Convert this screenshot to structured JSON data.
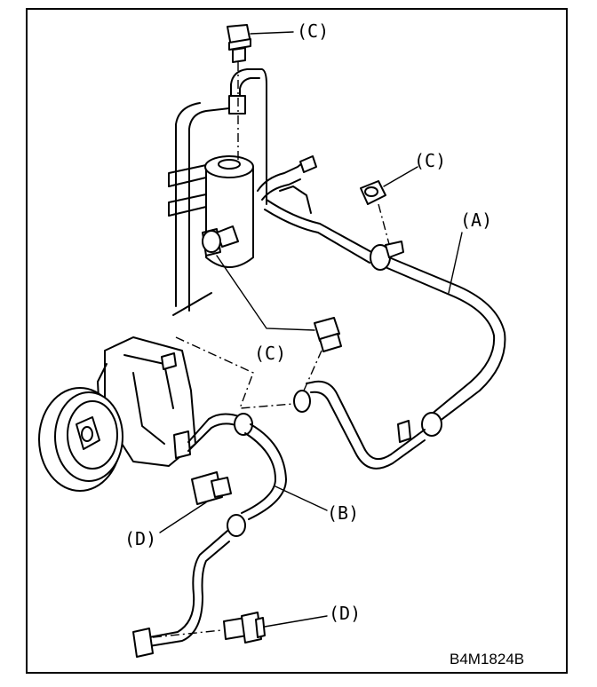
{
  "diagram": {
    "labels": {
      "c_top": "(C)",
      "c_right": "(C)",
      "c_lower": "(C)",
      "a": "(A)",
      "b": "(B)",
      "d_left": "(D)",
      "d_bottom": "(D)"
    },
    "figure_code": "B4M1824B"
  }
}
